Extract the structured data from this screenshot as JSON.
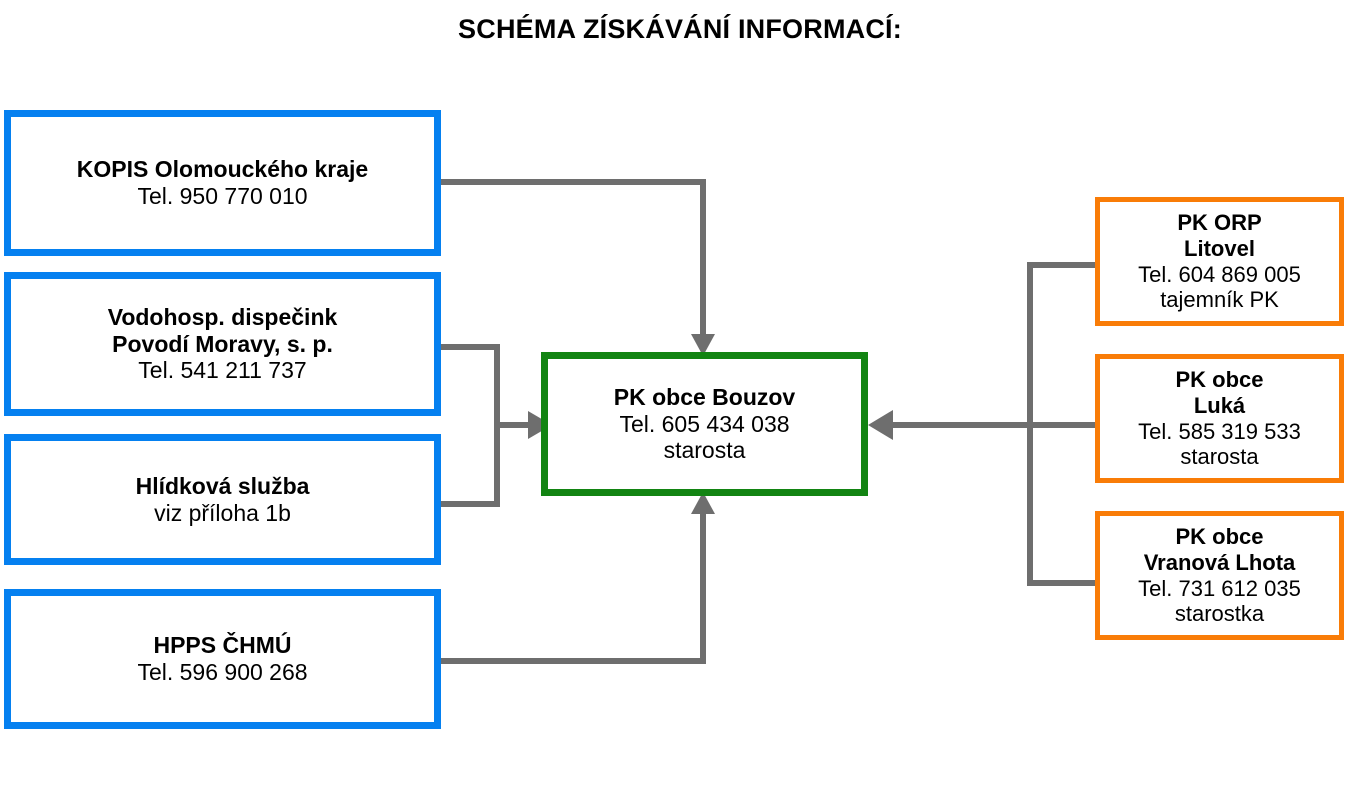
{
  "title": "SCHÉMA ZÍSKÁVÁNÍ INFORMACÍ:",
  "colors": {
    "source_border": "#0580F0",
    "center_border": "#128412",
    "partner_border": "#F97C07",
    "connector": "#6E6E6E",
    "text": "#000000",
    "background": "#FFFFFF"
  },
  "nodes": {
    "sources": [
      {
        "id": "kopis",
        "name_line": "KOPIS Olomouckého kraje",
        "phone_line": "Tel. 950 770 010"
      },
      {
        "id": "vodohosp",
        "name_line": "Vodohosp. dispečink",
        "name_line2": "Povodí Moravy, s. p.",
        "phone_line": "Tel. 541 211 737"
      },
      {
        "id": "hlidkova",
        "name_line": "Hlídková služba",
        "phone_line": "viz příloha 1b"
      },
      {
        "id": "hpps",
        "name_line": "HPPS ČHMÚ",
        "phone_line": "Tel. 596 900 268"
      }
    ],
    "center": {
      "id": "pk-bouzov",
      "name_line": "PK obce Bouzov",
      "phone_line": "Tel. 605 434 038",
      "role_line": "starosta"
    },
    "partners": [
      {
        "id": "pk-orp-litovel",
        "name_line": "PK ORP",
        "name_line2": "Litovel",
        "phone_line": "Tel. 604 869 005",
        "role_line": "tajemník PK"
      },
      {
        "id": "pk-obce-luka",
        "name_line": "PK obce",
        "name_line2": "Luká",
        "phone_line": "Tel. 585 319 533",
        "role_line": "starosta"
      },
      {
        "id": "pk-obce-vranova-lhota",
        "name_line": "PK obce",
        "name_line2": "Vranová Lhota",
        "phone_line": "Tel. 731 612 035",
        "role_line": "starostka"
      }
    ]
  }
}
